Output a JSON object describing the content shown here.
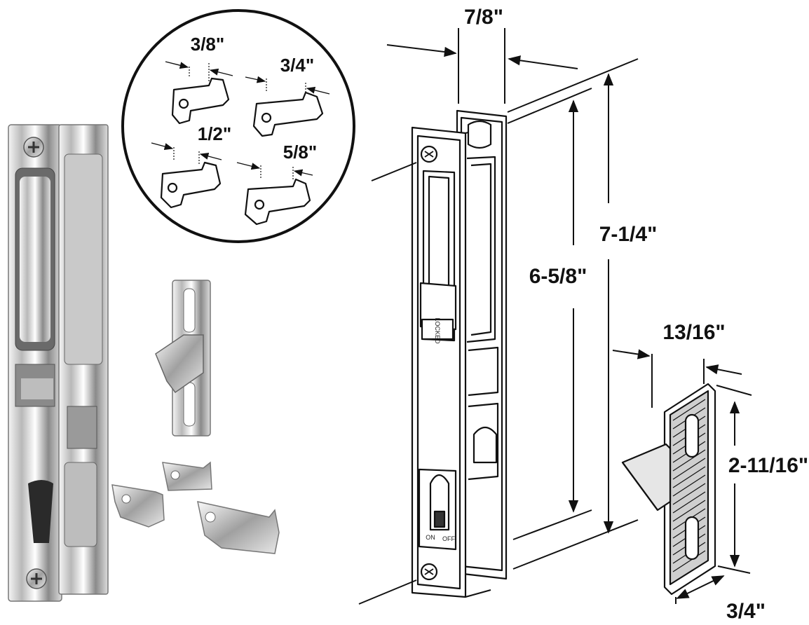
{
  "colors": {
    "background": "#ffffff",
    "line_art": "#111111",
    "chrome_light": "#e6e6e6",
    "chrome_mid": "#a9a9a9",
    "chrome_dark": "#4a4a4a"
  },
  "inset_labels": {
    "keeper_a": "3/8\"",
    "keeper_b": "3/4\"",
    "keeper_c": "1/2\"",
    "keeper_d": "5/8\""
  },
  "dimensions": {
    "handle_width": "7/8\"",
    "overall_height": "7-1/4\"",
    "hole_spacing": "6-5/8\"",
    "keeper_width": "13/16\"",
    "keeper_height": "2-11/16\"",
    "keeper_depth": "3/4\""
  },
  "handle_labels": {
    "lock_window": "LOCKED",
    "switch_on": "ON",
    "switch_off": "OFF"
  }
}
